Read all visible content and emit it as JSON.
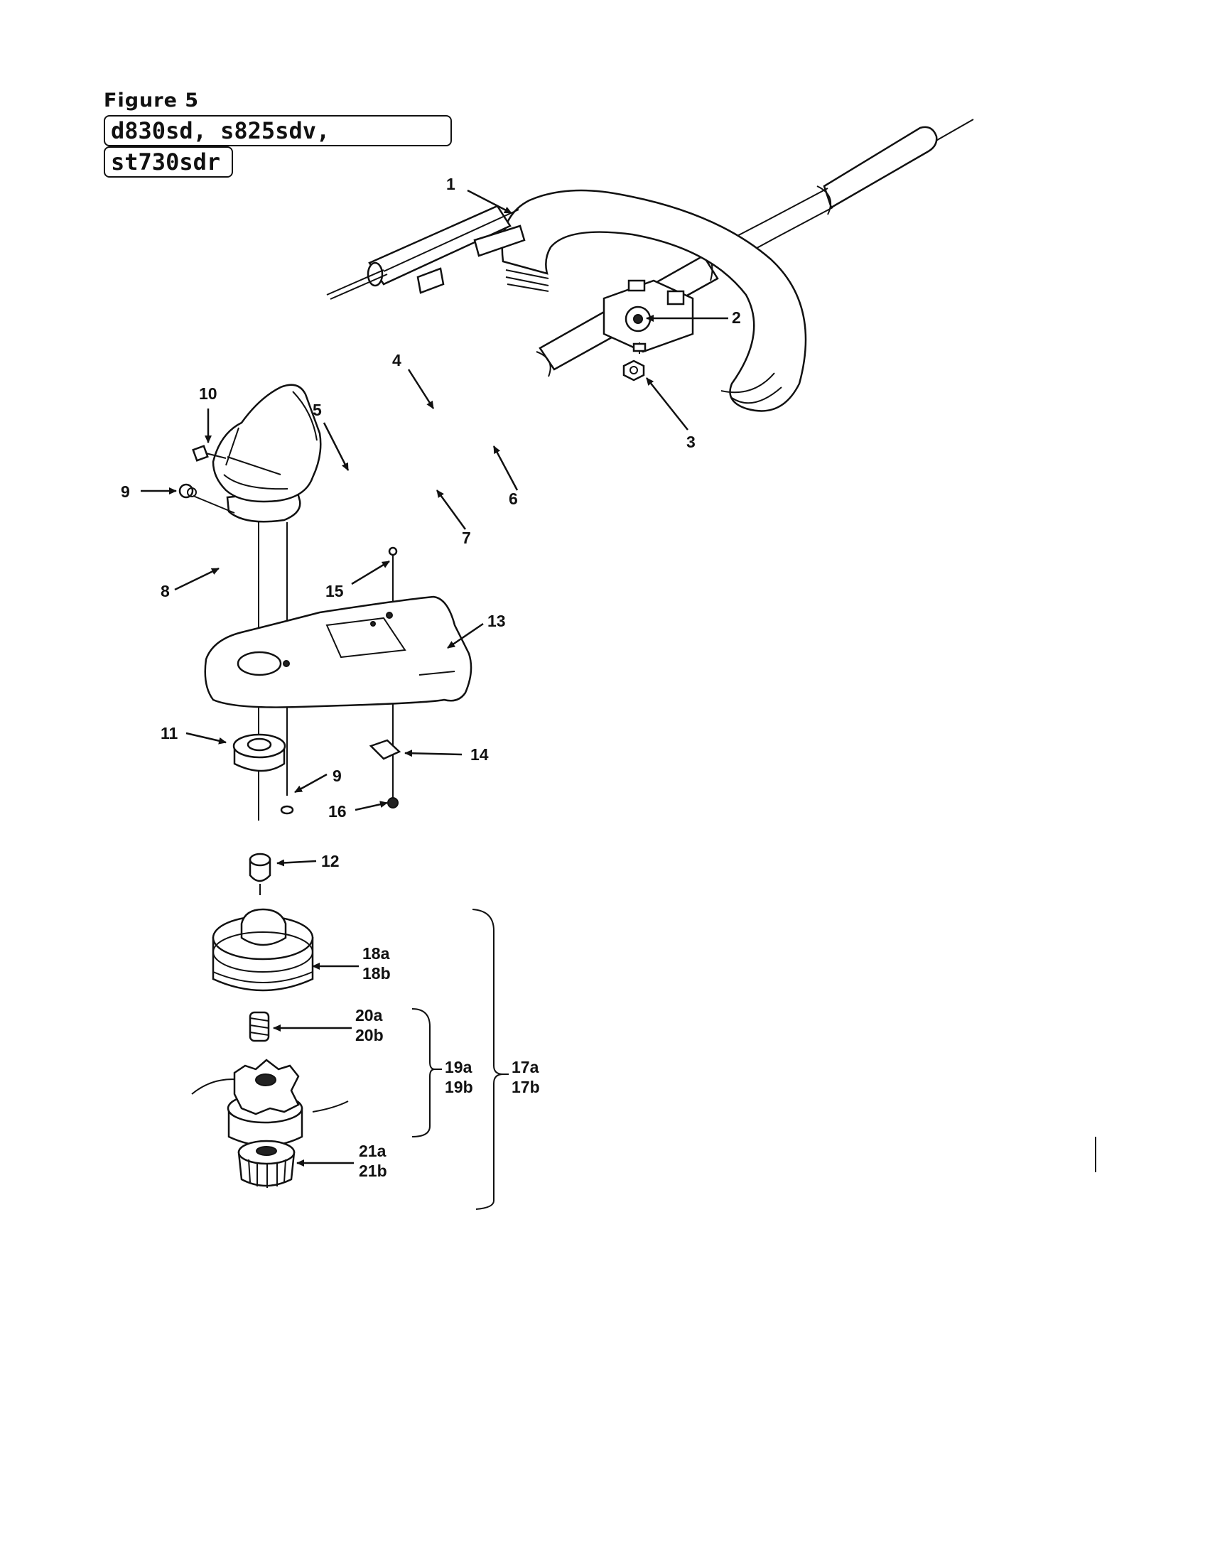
{
  "figure": {
    "title": "Figure 5",
    "models_line_1": "d830sd, s825sdv,",
    "models_line_2": "st730sdr"
  },
  "callouts": {
    "c1": "1",
    "c2": "2",
    "c3": "3",
    "c4": "4",
    "c5": "5",
    "c6": "6",
    "c7": "7",
    "c8": "8",
    "c9a": "9",
    "c9b": "9",
    "c10": "10",
    "c11": "11",
    "c12": "12",
    "c13": "13",
    "c14": "14",
    "c15": "15",
    "c16": "16",
    "c17a": "17a",
    "c17b": "17b",
    "c18a": "18a",
    "c18b": "18b",
    "c19a": "19a",
    "c19b": "19b",
    "c20a": "20a",
    "c20b": "20b",
    "c21a": "21a",
    "c21b": "21b"
  }
}
